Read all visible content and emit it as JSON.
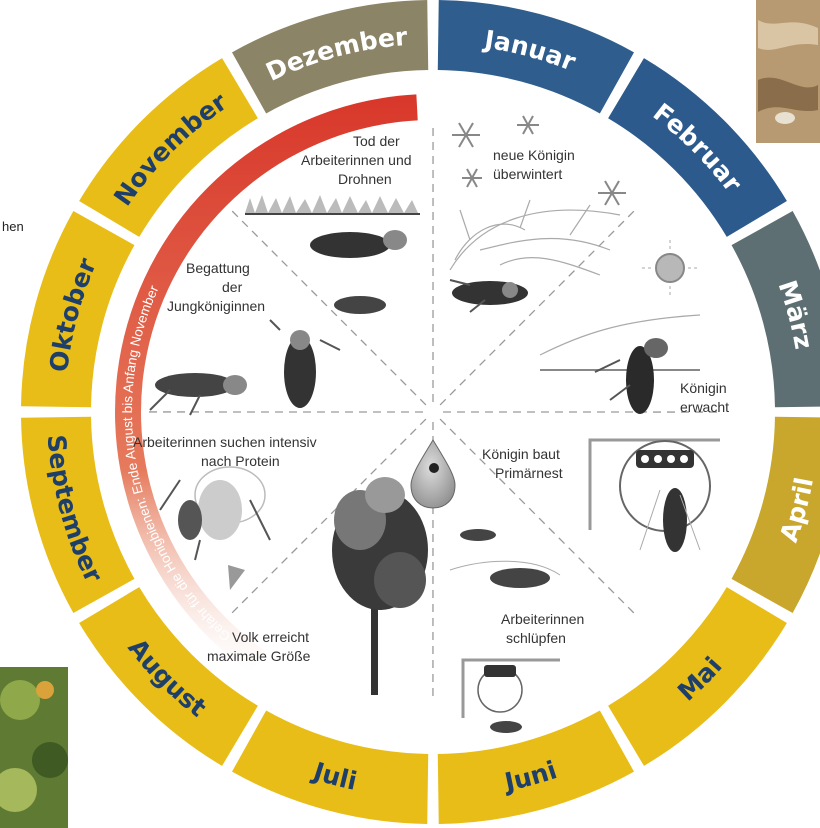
{
  "side_text": "hen",
  "months": [
    {
      "label": "Januar",
      "color": "#2f5e8e"
    },
    {
      "label": "Februar",
      "color": "#2c5a8c"
    },
    {
      "label": "März",
      "color": "#5d6f72"
    },
    {
      "label": "April",
      "color": "#c9a62c"
    },
    {
      "label": "Mai",
      "color": "#e8bd18"
    },
    {
      "label": "Juni",
      "color": "#e8bd18"
    },
    {
      "label": "Juli",
      "color": "#e8bd18"
    },
    {
      "label": "August",
      "color": "#e8bd18"
    },
    {
      "label": "September",
      "color": "#e8bd18"
    },
    {
      "label": "Oktober",
      "color": "#e8bd18"
    },
    {
      "label": "November",
      "color": "#e8bd18"
    },
    {
      "label": "Dezember",
      "color": "#8c8467"
    }
  ],
  "month_text_colors": {
    "Januar": "#ffffff",
    "Februar": "#ffffff",
    "März": "#ffffff",
    "April": "#ffffff",
    "Mai": "#1f3f6b",
    "Juni": "#1f3f6b",
    "Juli": "#1f3f6b",
    "August": "#1f3f6b",
    "September": "#1f3f6b",
    "Oktober": "#1f3f6b",
    "November": "#1f3f6b",
    "Dezember": "#ffffff"
  },
  "danger_band": {
    "text": "Gefahr für die Honigbienen: Ende August bis Anfang November",
    "color": "#d8372a"
  },
  "stages": {
    "neue_koenigin": [
      "neue Königin",
      "überwintert"
    ],
    "koenigin_erwacht": [
      "Königin",
      "erwacht"
    ],
    "primaernest": [
      "Königin baut",
      "Primärnest"
    ],
    "arbeiterinnen_schluepfen": [
      "Arbeiterinnen",
      "schlüpfen"
    ],
    "volk_groesse": [
      "Volk erreicht",
      "maximale Größe"
    ],
    "protein": [
      "Arbeiterinnen suchen intensiv",
      "nach Protein"
    ],
    "begattung": [
      "Begattung",
      "der",
      "Jungköniginnen"
    ],
    "tod": [
      "Tod der",
      "Arbeiterinnen und",
      "Drohnen"
    ]
  }
}
